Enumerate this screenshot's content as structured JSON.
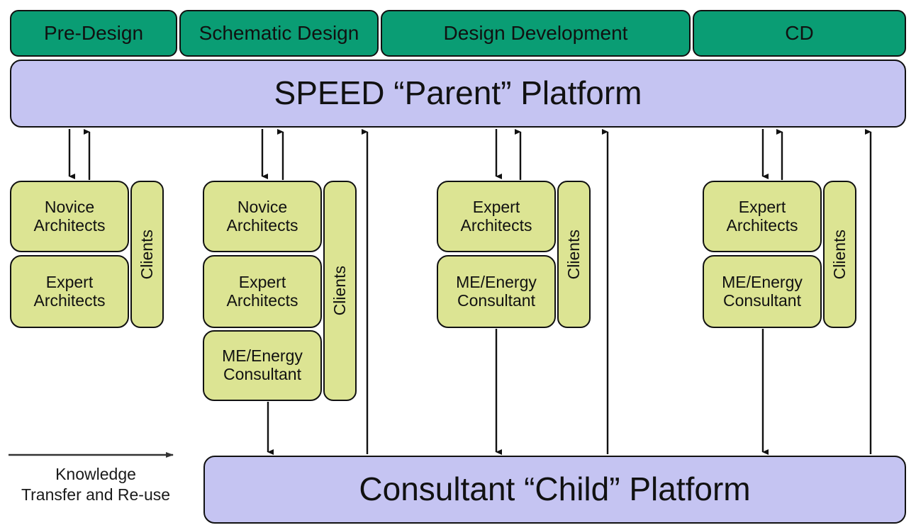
{
  "diagram": {
    "title": "SPEED Parent Platform and Consultant Child Platform across design phases",
    "colors": {
      "phase_green": "#0a9d74",
      "platform_lavender": "#c5c4f2",
      "role_yellow_green": "#dce493",
      "stroke": "#111111",
      "text": "#1a1a1a"
    },
    "phases": [
      {
        "id": "pre-design",
        "label": "Pre-Design"
      },
      {
        "id": "schematic-design",
        "label": "Schematic Design"
      },
      {
        "id": "design-development",
        "label": "Design Development"
      },
      {
        "id": "cd",
        "label": "CD"
      }
    ],
    "parent_platform": {
      "label": "SPEED “Parent” Platform"
    },
    "child_platform": {
      "label": "Consultant “Child” Platform"
    },
    "columns": [
      {
        "id": "col-pre-design",
        "phase": "Pre-Design",
        "roles": [
          {
            "id": "novice-architects",
            "line1": "Novice",
            "line2": "Architects"
          },
          {
            "id": "expert-architects",
            "line1": "Expert",
            "line2": "Architects"
          }
        ],
        "clients_label": "Clients"
      },
      {
        "id": "col-schematic-design",
        "phase": "Schematic Design",
        "roles": [
          {
            "id": "novice-architects",
            "line1": "Novice",
            "line2": "Architects"
          },
          {
            "id": "expert-architects",
            "line1": "Expert",
            "line2": "Architects"
          },
          {
            "id": "me-energy-consultant",
            "line1": "ME/Energy",
            "line2": "Consultant"
          }
        ],
        "clients_label": "Clients"
      },
      {
        "id": "col-design-development",
        "phase": "Design Development",
        "roles": [
          {
            "id": "expert-architects",
            "line1": "Expert",
            "line2": "Architects"
          },
          {
            "id": "me-energy-consultant",
            "line1": "ME/Energy",
            "line2": "Consultant"
          }
        ],
        "clients_label": "Clients"
      },
      {
        "id": "col-cd",
        "phase": "CD",
        "roles": [
          {
            "id": "expert-architects",
            "line1": "Expert",
            "line2": "Architects"
          },
          {
            "id": "me-energy-consultant",
            "line1": "ME/Energy",
            "line2": "Consultant"
          }
        ],
        "clients_label": "Clients"
      }
    ],
    "legend": {
      "line1": "Knowledge",
      "line2": "Transfer and Re-use"
    }
  }
}
